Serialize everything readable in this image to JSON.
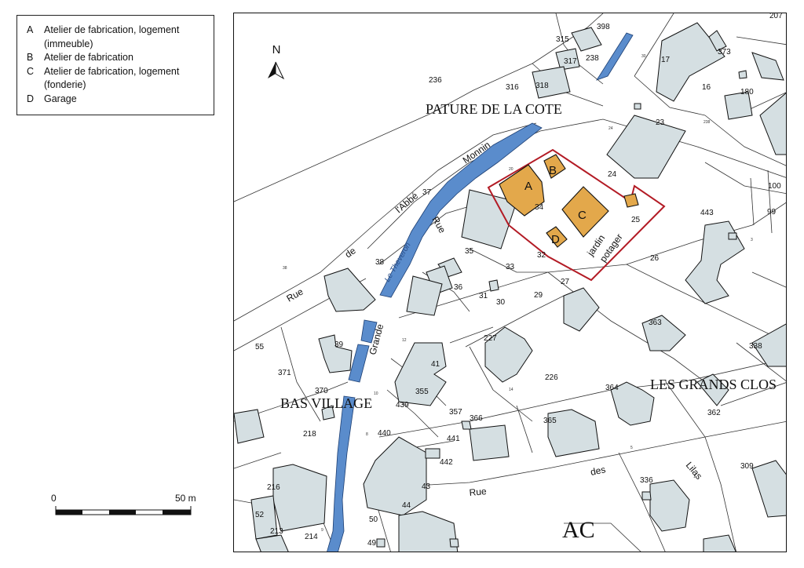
{
  "legend": {
    "items": [
      {
        "key": "A",
        "text": "Atelier de fabrication, logement (immeuble)"
      },
      {
        "key": "B",
        "text": "Atelier de fabrication"
      },
      {
        "key": "C",
        "text": "Atelier de fabrication, logement (fonderie)"
      },
      {
        "key": "D",
        "text": "Garage"
      }
    ]
  },
  "scale": {
    "start": "0",
    "end": "50 m"
  },
  "north": "N",
  "map": {
    "places": {
      "pature": "PATURE DE LA COTE",
      "grands_clos": "LES GRANDS CLOS",
      "bas_village": "BAS VILLAGE",
      "section": "AC"
    },
    "streets": {
      "rue_left": "Rue",
      "de": "de",
      "labbe": "l'Abbé",
      "monnin": "Monnin",
      "rue_mid": "Rue",
      "grande": "Grande",
      "rue_bottom": "Rue",
      "des": "des",
      "lilas": "Lilas",
      "river": "Le Theveron"
    },
    "site": {
      "label_a": "A",
      "label_b": "B",
      "label_c": "C",
      "label_d": "D",
      "jardin": "jardin",
      "potager": "potager"
    },
    "parcels": {
      "p207": "207",
      "p398": "398",
      "p315": "315",
      "p317": "317",
      "p238": "238",
      "p17": "17",
      "p373": "373",
      "p236": "236",
      "p316": "316",
      "p318": "318",
      "p16": "16",
      "p180": "180",
      "p23": "23",
      "p24": "24",
      "p100": "100",
      "p99": "99",
      "p37": "37",
      "p34": "34",
      "p25": "25",
      "p443": "443",
      "p35": "35",
      "p32": "32",
      "p26": "26",
      "p38": "38",
      "p33": "33",
      "p36": "36",
      "p31": "31",
      "p30": "30",
      "p27": "27",
      "p29": "29",
      "p227": "227",
      "p363": "363",
      "p338": "338",
      "p55": "55",
      "p39": "39",
      "p41": "41",
      "p226": "226",
      "p371": "371",
      "p364": "364",
      "p370": "370",
      "p355": "355",
      "p362": "362",
      "p439": "439",
      "p357": "357",
      "p366": "366",
      "p365": "365",
      "p218": "218",
      "p440": "440",
      "p441": "441",
      "p442": "442",
      "p309": "309",
      "p216": "216",
      "p43": "43",
      "p336": "336",
      "p44": "44",
      "p52": "52",
      "p50": "50",
      "p213": "213",
      "p214": "214",
      "p49": "49"
    }
  }
}
